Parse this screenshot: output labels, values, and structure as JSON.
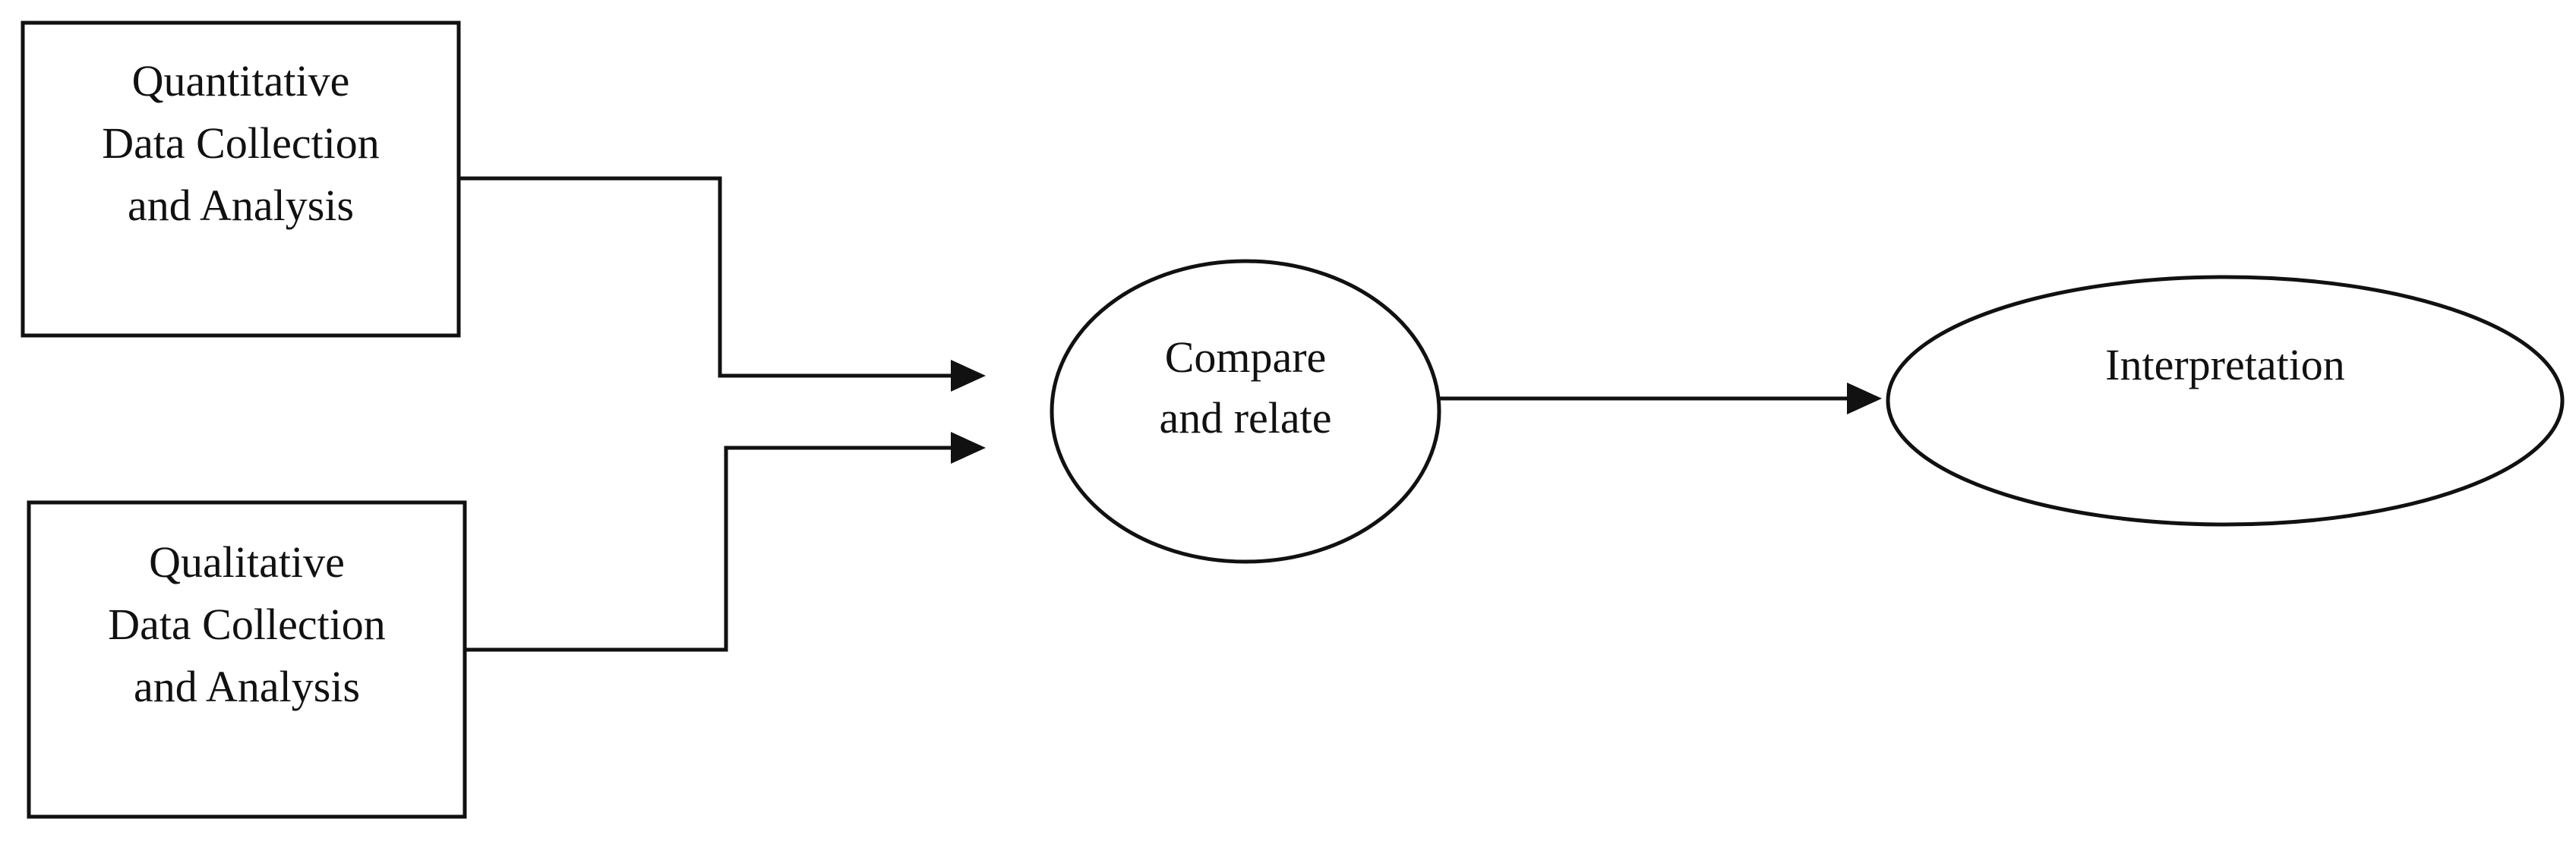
{
  "diagram": {
    "quantitative_box": {
      "line1": "Quantitative",
      "line2": "Data Collection",
      "line3": "and Analysis"
    },
    "qualitative_box": {
      "line1": "Qualitative",
      "line2": "Data Collection",
      "line3": "and Analysis"
    },
    "compare_node": {
      "line1": "Compare",
      "line2": "and relate"
    },
    "interpretation_node": {
      "label": "Interpretation"
    }
  }
}
